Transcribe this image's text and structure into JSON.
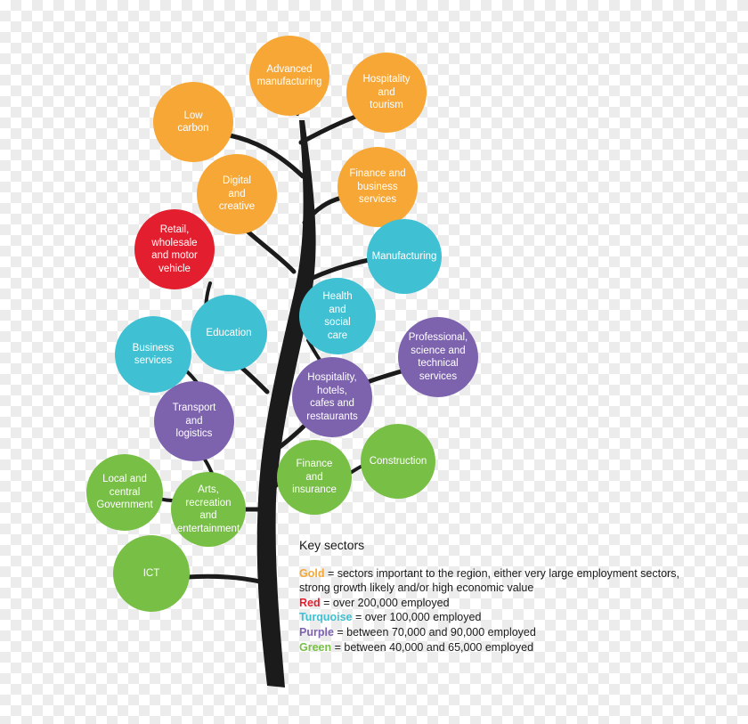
{
  "colors": {
    "gold": "#f6a735",
    "red": "#e31e2e",
    "turquoise": "#3fc1d3",
    "purple": "#7d63ae",
    "green": "#77bf45",
    "trunk": "#1b1b1b"
  },
  "nodes": [
    {
      "id": "advanced-manufacturing",
      "label": "Advanced\nmanufacturing",
      "color": "gold"
    },
    {
      "id": "hospitality-and-tourism",
      "label": "Hospitality\nand\ntourism",
      "color": "gold"
    },
    {
      "id": "low-carbon",
      "label": "Low\ncarbon",
      "color": "gold"
    },
    {
      "id": "digital-and-creative",
      "label": "Digital\nand\ncreative",
      "color": "gold"
    },
    {
      "id": "finance-and-business-services",
      "label": "Finance and\nbusiness\nservices",
      "color": "gold"
    },
    {
      "id": "retail-wholesale-motor",
      "label": "Retail,\nwholesale\nand motor\nvehicle",
      "color": "red"
    },
    {
      "id": "manufacturing",
      "label": "Manufacturing",
      "color": "turquoise"
    },
    {
      "id": "health-and-social-care",
      "label": "Health\nand\nsocial\ncare",
      "color": "turquoise"
    },
    {
      "id": "education",
      "label": "Education",
      "color": "turquoise"
    },
    {
      "id": "business-services",
      "label": "Business\nservices",
      "color": "turquoise"
    },
    {
      "id": "professional-science-technical",
      "label": "Professional,\nscience and\ntechnical\nservices",
      "color": "purple"
    },
    {
      "id": "hospitality-hotels-cafes",
      "label": "Hospitality,\nhotels,\ncafes and\nrestaurants",
      "color": "purple"
    },
    {
      "id": "transport-and-logistics",
      "label": "Transport\nand\nlogistics",
      "color": "purple"
    },
    {
      "id": "construction",
      "label": "Construction",
      "color": "green"
    },
    {
      "id": "finance-and-insurance",
      "label": "Finance\nand\ninsurance",
      "color": "green"
    },
    {
      "id": "local-and-central-government",
      "label": "Local and\ncentral\nGovernment",
      "color": "green"
    },
    {
      "id": "arts-recreation-entertainment",
      "label": "Arts,\nrecreation\nand\nentertainment",
      "color": "green"
    },
    {
      "id": "ict",
      "label": "ICT",
      "color": "green"
    }
  ],
  "legend": {
    "title": "Key sectors",
    "gold_word": "Gold",
    "gold_text": " = sectors important to the region, either very large employment sectors, strong growth likely and/or high economic value",
    "red_word": "Red",
    "red_text": " = over 200,000 employed",
    "turquoise_word": "Turquoise",
    "turquoise_text": " = over 100,000 employed",
    "purple_word": "Purple",
    "purple_text": " = between 70,000 and 90,000 employed",
    "green_word": "Green",
    "green_text": " = between 40,000 and 65,000 employed"
  }
}
